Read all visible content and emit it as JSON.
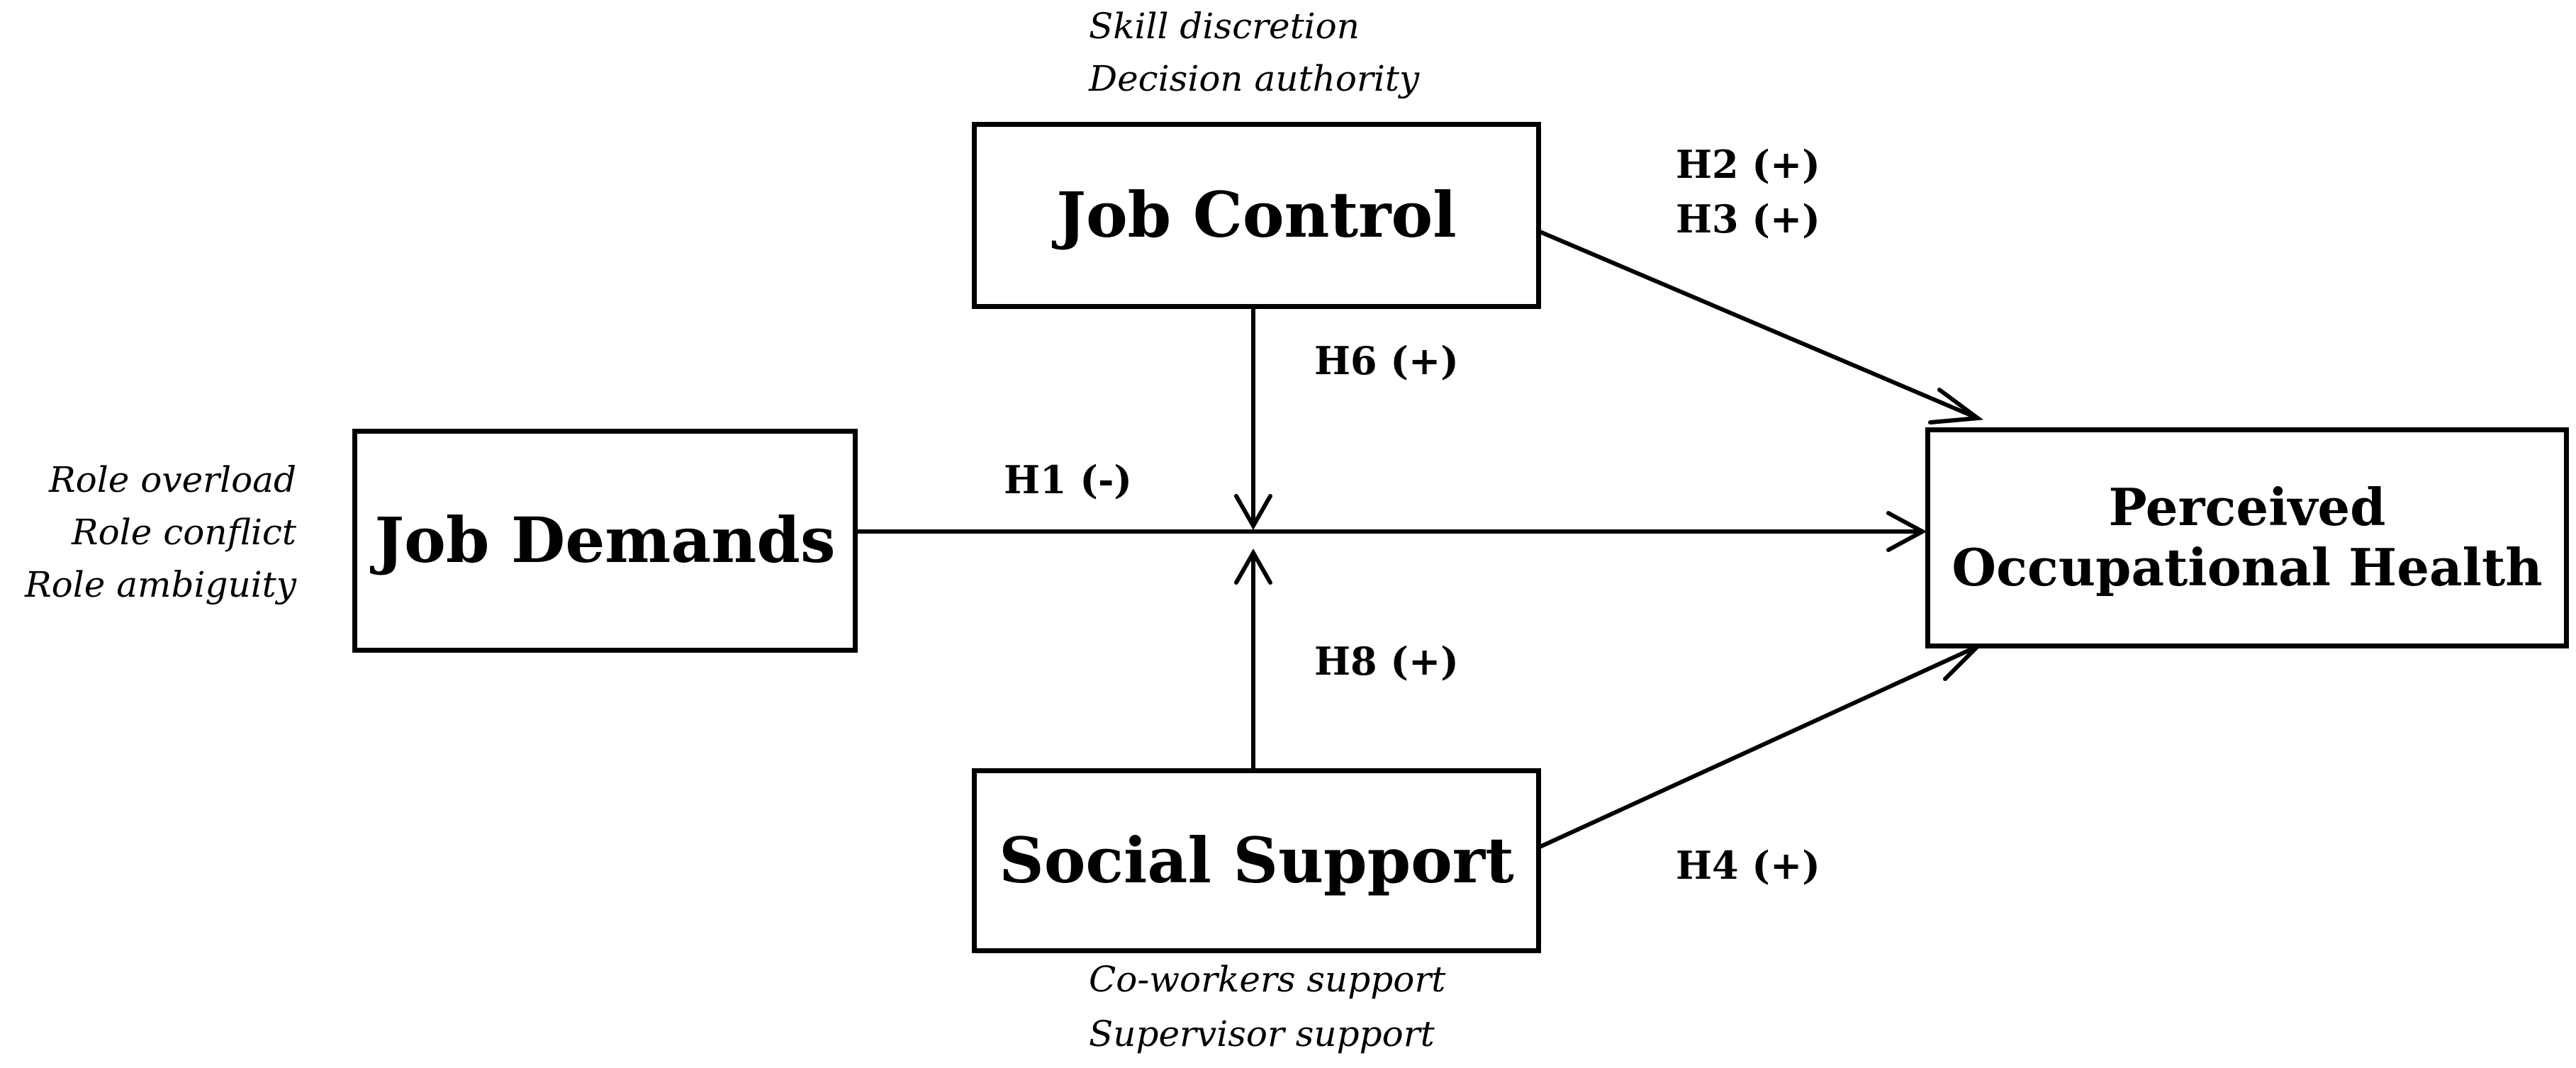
{
  "colors": {
    "line": "#000000",
    "background": "#ffffff"
  },
  "nodes": {
    "job_control": {
      "label": "Job Control"
    },
    "job_demands": {
      "label": "Job Demands"
    },
    "social_support": {
      "label": "Social Support"
    },
    "perceived_health": {
      "line1": "Perceived",
      "line2": "Occupational Health"
    }
  },
  "dimensions": {
    "job_control": [
      "Skill discretion",
      "Decision authority"
    ],
    "job_demands": [
      "Role overload",
      "Role conflict",
      "Role ambiguity"
    ],
    "social_support": [
      "Co-workers support",
      "Supervisor support"
    ]
  },
  "hypotheses": {
    "h1": "H1 (-)",
    "h2": "H2 (+)",
    "h3": "H3 (+)",
    "h4": "H4 (+)",
    "h6": "H6 (+)",
    "h8": "H8 (+)"
  }
}
